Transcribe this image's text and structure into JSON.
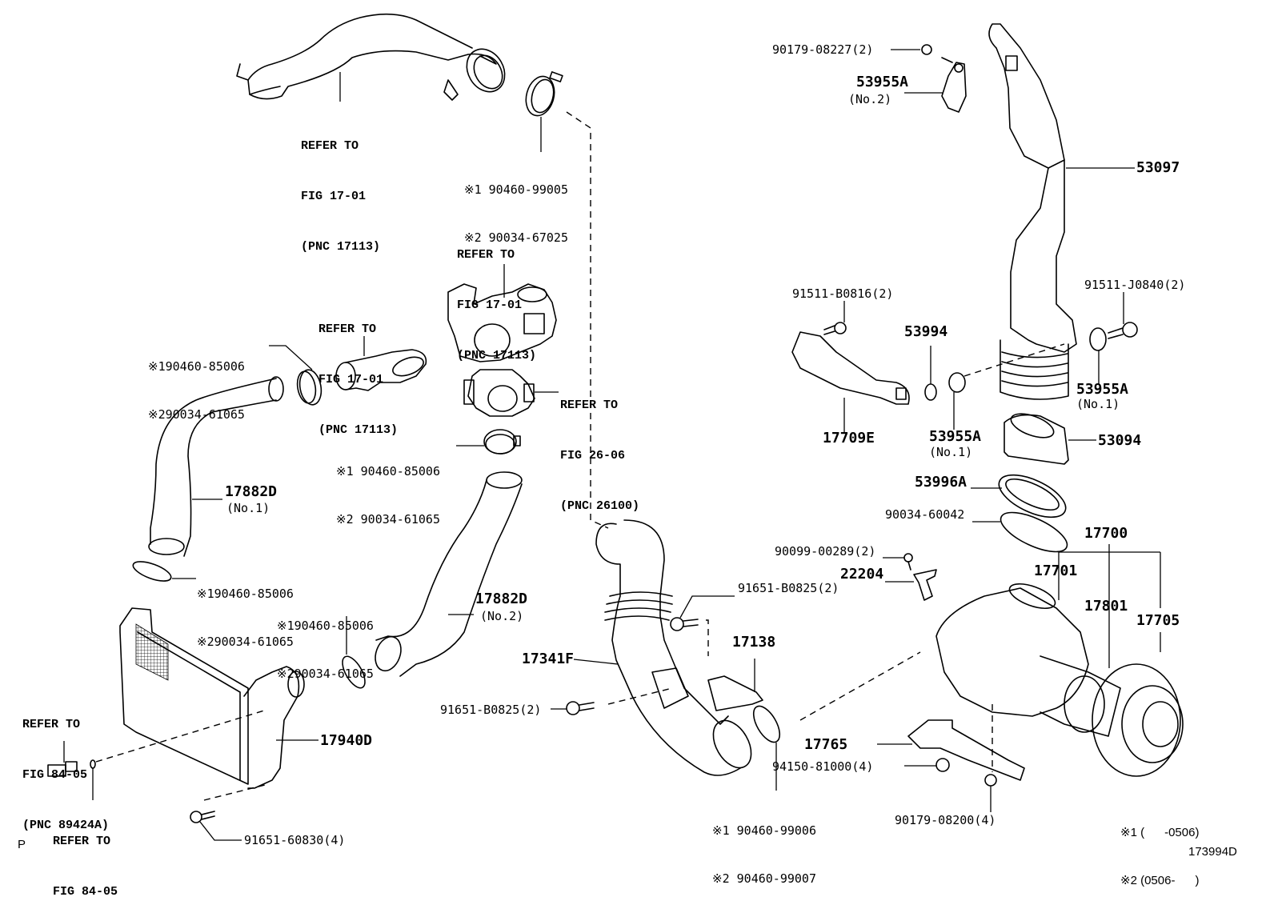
{
  "diagram": {
    "page_marker": "P",
    "figure_id": "173994D",
    "legend": [
      {
        "mark": "※1",
        "range": "(      -0506)"
      },
      {
        "mark": "※2",
        "range": "(0506-      )"
      }
    ],
    "references": [
      {
        "id": "ref-top-left",
        "lines": [
          "REFER TO",
          "FIG 17-01",
          "(PNC 17113)"
        ]
      },
      {
        "id": "ref-throttle-upper",
        "lines": [
          "REFER TO",
          "FIG 17-01",
          "(PNC 17113)"
        ]
      },
      {
        "id": "ref-elbow",
        "lines": [
          "REFER TO",
          "FIG 17-01",
          "(PNC 17113)"
        ]
      },
      {
        "id": "ref-throttle-body",
        "lines": [
          "REFER TO",
          "FIG 26-06",
          "(PNC 26100)"
        ]
      },
      {
        "id": "ref-sensor",
        "lines": [
          "REFER TO",
          "FIG 84-05",
          "(PNC 89424A)"
        ]
      },
      {
        "id": "ref-gasket",
        "lines": [
          "REFER TO",
          "FIG 84-05"
        ]
      }
    ],
    "parts": [
      {
        "pnc": "90179-08227(2)"
      },
      {
        "pnc": "53955A",
        "note": "(No.2)"
      },
      {
        "pnc": "53097"
      },
      {
        "pnc": "91511-B0816(2)"
      },
      {
        "pnc": "53994"
      },
      {
        "pnc": "91511-J0840(2)"
      },
      {
        "pnc": "17709E"
      },
      {
        "pnc": "53955A",
        "note": "(No.1)"
      },
      {
        "pnc": "53955A",
        "note": "(No.1)"
      },
      {
        "pnc": "53094"
      },
      {
        "pnc": "53996A"
      },
      {
        "pnc": "90034-60042"
      },
      {
        "pnc": "90099-00289(2)"
      },
      {
        "pnc": "22204"
      },
      {
        "pnc": "17700"
      },
      {
        "pnc": "17701"
      },
      {
        "pnc": "17801"
      },
      {
        "pnc": "17705"
      },
      {
        "pnc": "91651-B0825(2)"
      },
      {
        "pnc": "17138"
      },
      {
        "pnc": "17341F"
      },
      {
        "pnc": "91651-B0825(2)"
      },
      {
        "pnc": "17765"
      },
      {
        "pnc": "94150-81000(4)"
      },
      {
        "pnc": "90179-08200(4)"
      },
      {
        "pnc": "17882D",
        "note": "(No.1)"
      },
      {
        "pnc": "17882D",
        "note": "(No.2)"
      },
      {
        "pnc": "17940D"
      },
      {
        "pnc": "91651-60830(4)"
      }
    ],
    "clamps": [
      {
        "l1": "※1 90460-99005",
        "l2": "※2 90034-67025"
      },
      {
        "l1": "※190460-85006",
        "l2": "※290034-61065"
      },
      {
        "l1": "※1 90460-85006",
        "l2": "※2 90034-61065"
      },
      {
        "l1": "※190460-85006",
        "l2": "※290034-61065"
      },
      {
        "l1": "※190460-85006",
        "l2": "※290034-61065"
      },
      {
        "l1": "※1 90460-99006",
        "l2": "※2 90460-99007"
      }
    ]
  }
}
